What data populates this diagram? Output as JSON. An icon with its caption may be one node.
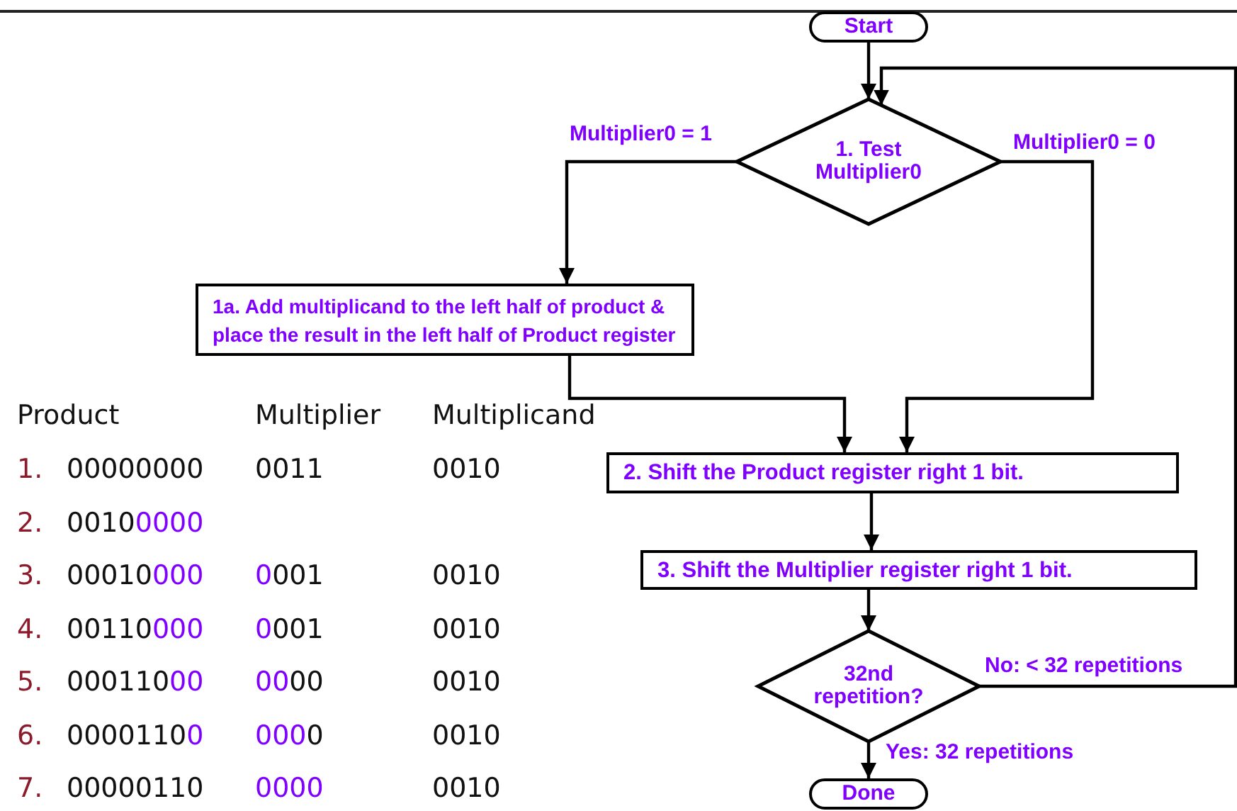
{
  "diagram": {
    "nodes": [
      {
        "text": [
          "Start"
        ]
      },
      {
        "text": [
          "1. Test Multiplier0"
        ]
      },
      {
        "text": [
          "1a. Add multiplicand to the left half of product & place the result in the left half of Product register"
        ]
      },
      {
        "text": [
          "2. Shift the Product register right 1 bit."
        ]
      },
      {
        "text": [
          "3. Shift the Multiplier register right 1 bit."
        ]
      },
      {
        "text": [
          "32nd repetition?"
        ]
      },
      {
        "text": [
          "Done"
        ]
      }
    ],
    "edges": [
      {
        "from": 0,
        "to": 1,
        "arrow": "to"
      },
      {
        "from": 1,
        "to": 2,
        "arrow": "to",
        "label": "Multiplier0 = 1"
      },
      {
        "from": 1,
        "to": 3,
        "arrow": "to",
        "label": "Multiplier0 = 0"
      },
      {
        "from": 2,
        "to": 3,
        "arrow": "to"
      },
      {
        "from": 3,
        "to": 4,
        "arrow": "to"
      },
      {
        "from": 4,
        "to": 5,
        "arrow": "to"
      },
      {
        "from": 5,
        "to": 6,
        "arrow": "to",
        "label": "Yes: 32 repetitions"
      },
      {
        "from": 5,
        "to": 1,
        "arrow": "to",
        "label": "No: < 32 repetitions"
      }
    ],
    "labels": [
      "Product",
      "Multiplier",
      "Multiplicand",
      "1.",
      "00000000",
      "0011",
      "0010",
      "2.",
      "00100000",
      "3.",
      "00010000",
      "0001",
      "0010",
      "4.",
      "00110000",
      "0001",
      "0010",
      "5.",
      "00011000",
      "0000",
      "0010",
      "6.",
      "00001100",
      "0000",
      "0010",
      "7.",
      "00000110",
      "0000",
      "0010"
    ]
  }
}
